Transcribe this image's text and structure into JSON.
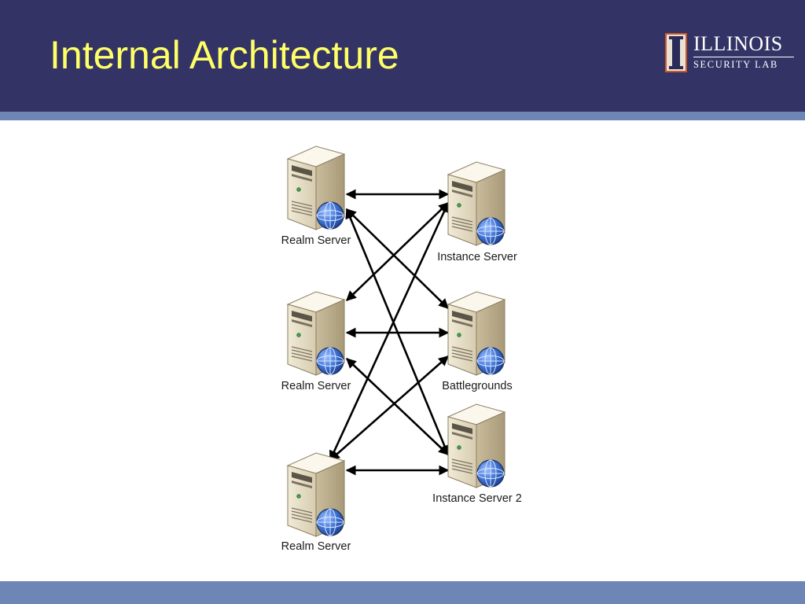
{
  "slide": {
    "title": "Internal Architecture",
    "colors": {
      "header_background": "#333366",
      "title_text": "#ffff66",
      "accent_bar": "#6d86b6"
    }
  },
  "logo": {
    "mark_icon": "illinois-i-block-icon",
    "name": "ILLINOIS",
    "subtitle": "SECURITY LAB"
  },
  "diagram": {
    "node_icon": "server-tower-with-globe-icon",
    "nodes": [
      {
        "id": "realm1",
        "label": "Realm Server"
      },
      {
        "id": "realm2",
        "label": "Realm Server"
      },
      {
        "id": "realm3",
        "label": "Realm Server"
      },
      {
        "id": "instance",
        "label": "Instance Server"
      },
      {
        "id": "battlegrounds",
        "label": "Battlegrounds"
      },
      {
        "id": "instance2",
        "label": "Instance Server 2"
      }
    ],
    "edges": [
      {
        "from": "realm1",
        "to": "instance",
        "direction": "both"
      },
      {
        "from": "realm1",
        "to": "battlegrounds",
        "direction": "both"
      },
      {
        "from": "realm1",
        "to": "instance2",
        "direction": "both"
      },
      {
        "from": "realm2",
        "to": "instance",
        "direction": "both"
      },
      {
        "from": "realm2",
        "to": "battlegrounds",
        "direction": "both"
      },
      {
        "from": "realm2",
        "to": "instance2",
        "direction": "both"
      },
      {
        "from": "realm3",
        "to": "instance",
        "direction": "both"
      },
      {
        "from": "realm3",
        "to": "battlegrounds",
        "direction": "both"
      },
      {
        "from": "realm3",
        "to": "instance2",
        "direction": "both"
      }
    ]
  }
}
